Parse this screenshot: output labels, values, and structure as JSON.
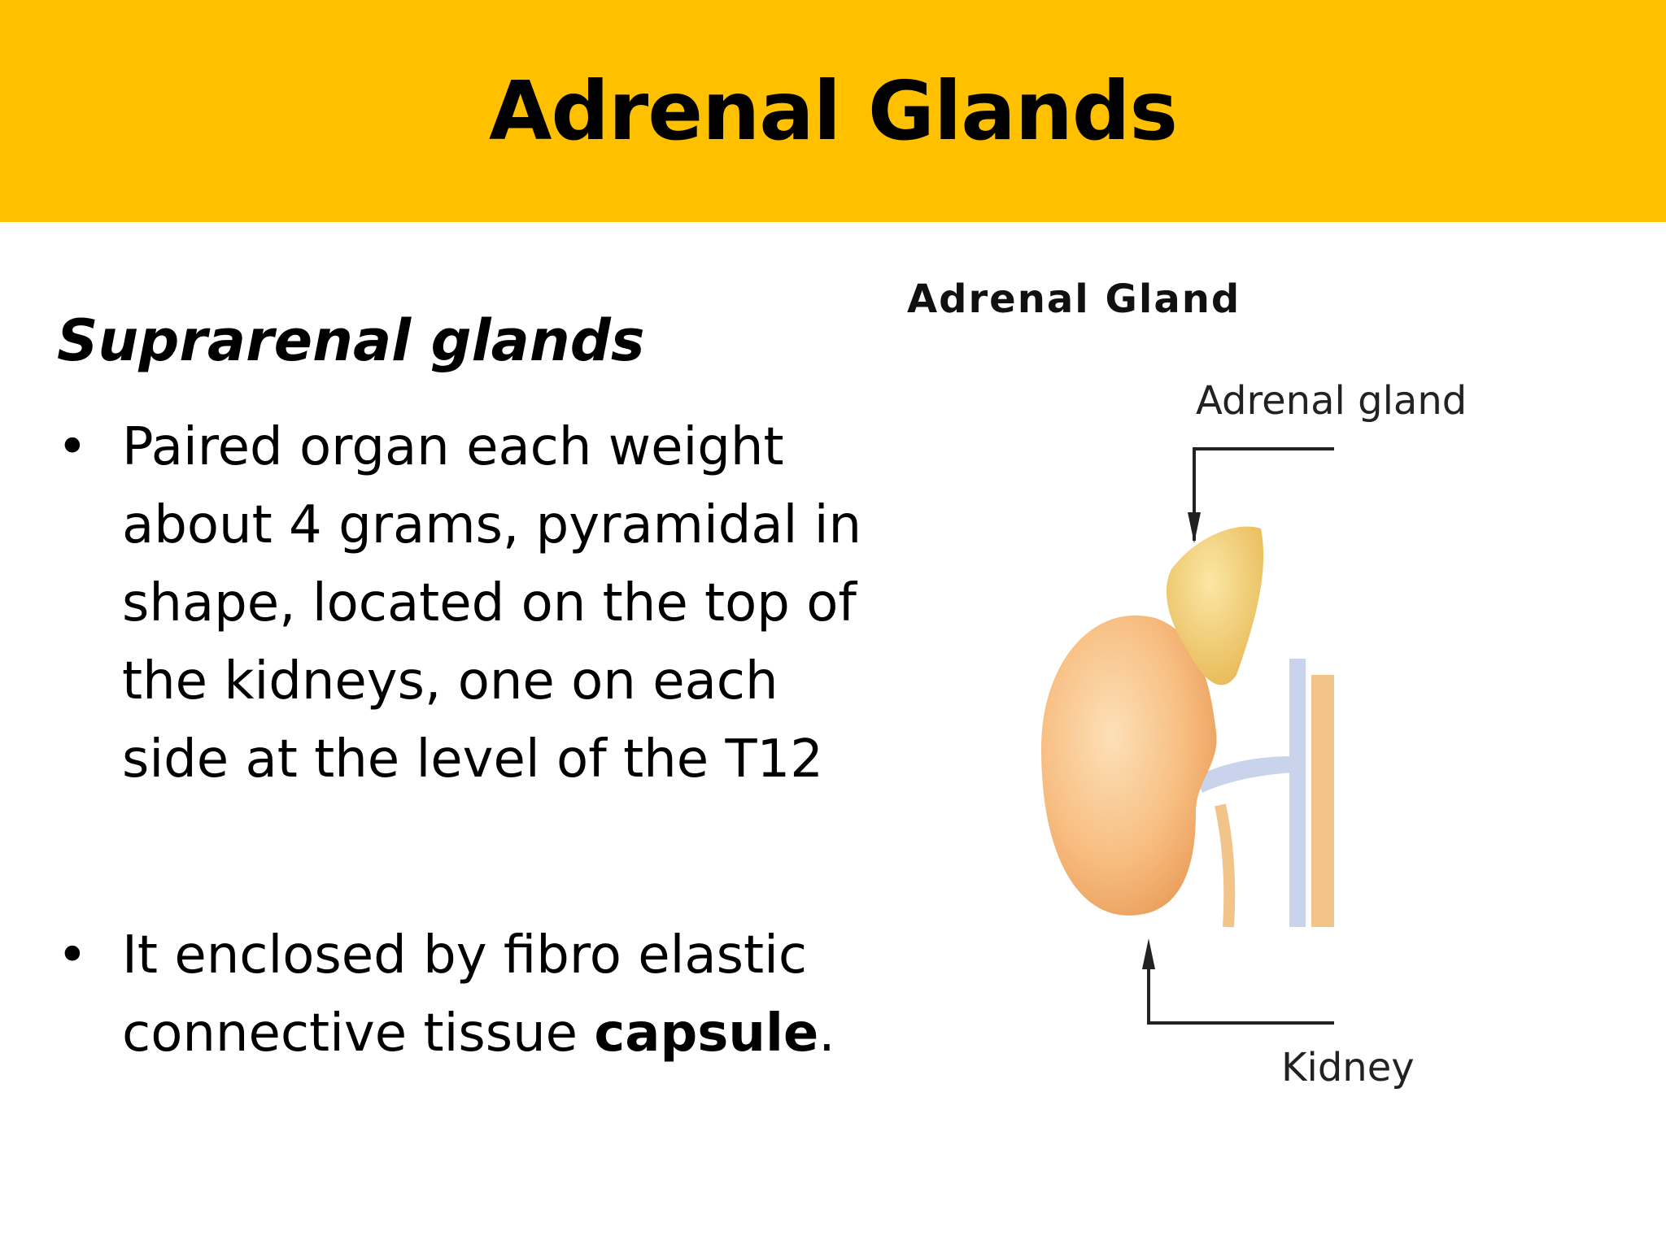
{
  "slide": {
    "title": "Adrenal Glands",
    "subtitle": "Suprarenal glands",
    "bullets": [
      {
        "text": "Paired organ each weight about 4 grams, pyramidal  in shape, located on the top of the kidneys, one on each side at the level of the T12"
      },
      {
        "text_before": "It enclosed by fibro elastic connective tissue ",
        "bold": "capsule",
        "text_after": "."
      }
    ],
    "bullet_symbol": "•"
  },
  "figure": {
    "title": "Adrenal Gland",
    "label_top": "Adrenal gland",
    "label_bottom": "Kidney"
  },
  "colors": {
    "title_bar": "#ffc000",
    "kidney": "#f5b878",
    "gland": "#f3d173",
    "vessels": "#c9d4ec"
  }
}
